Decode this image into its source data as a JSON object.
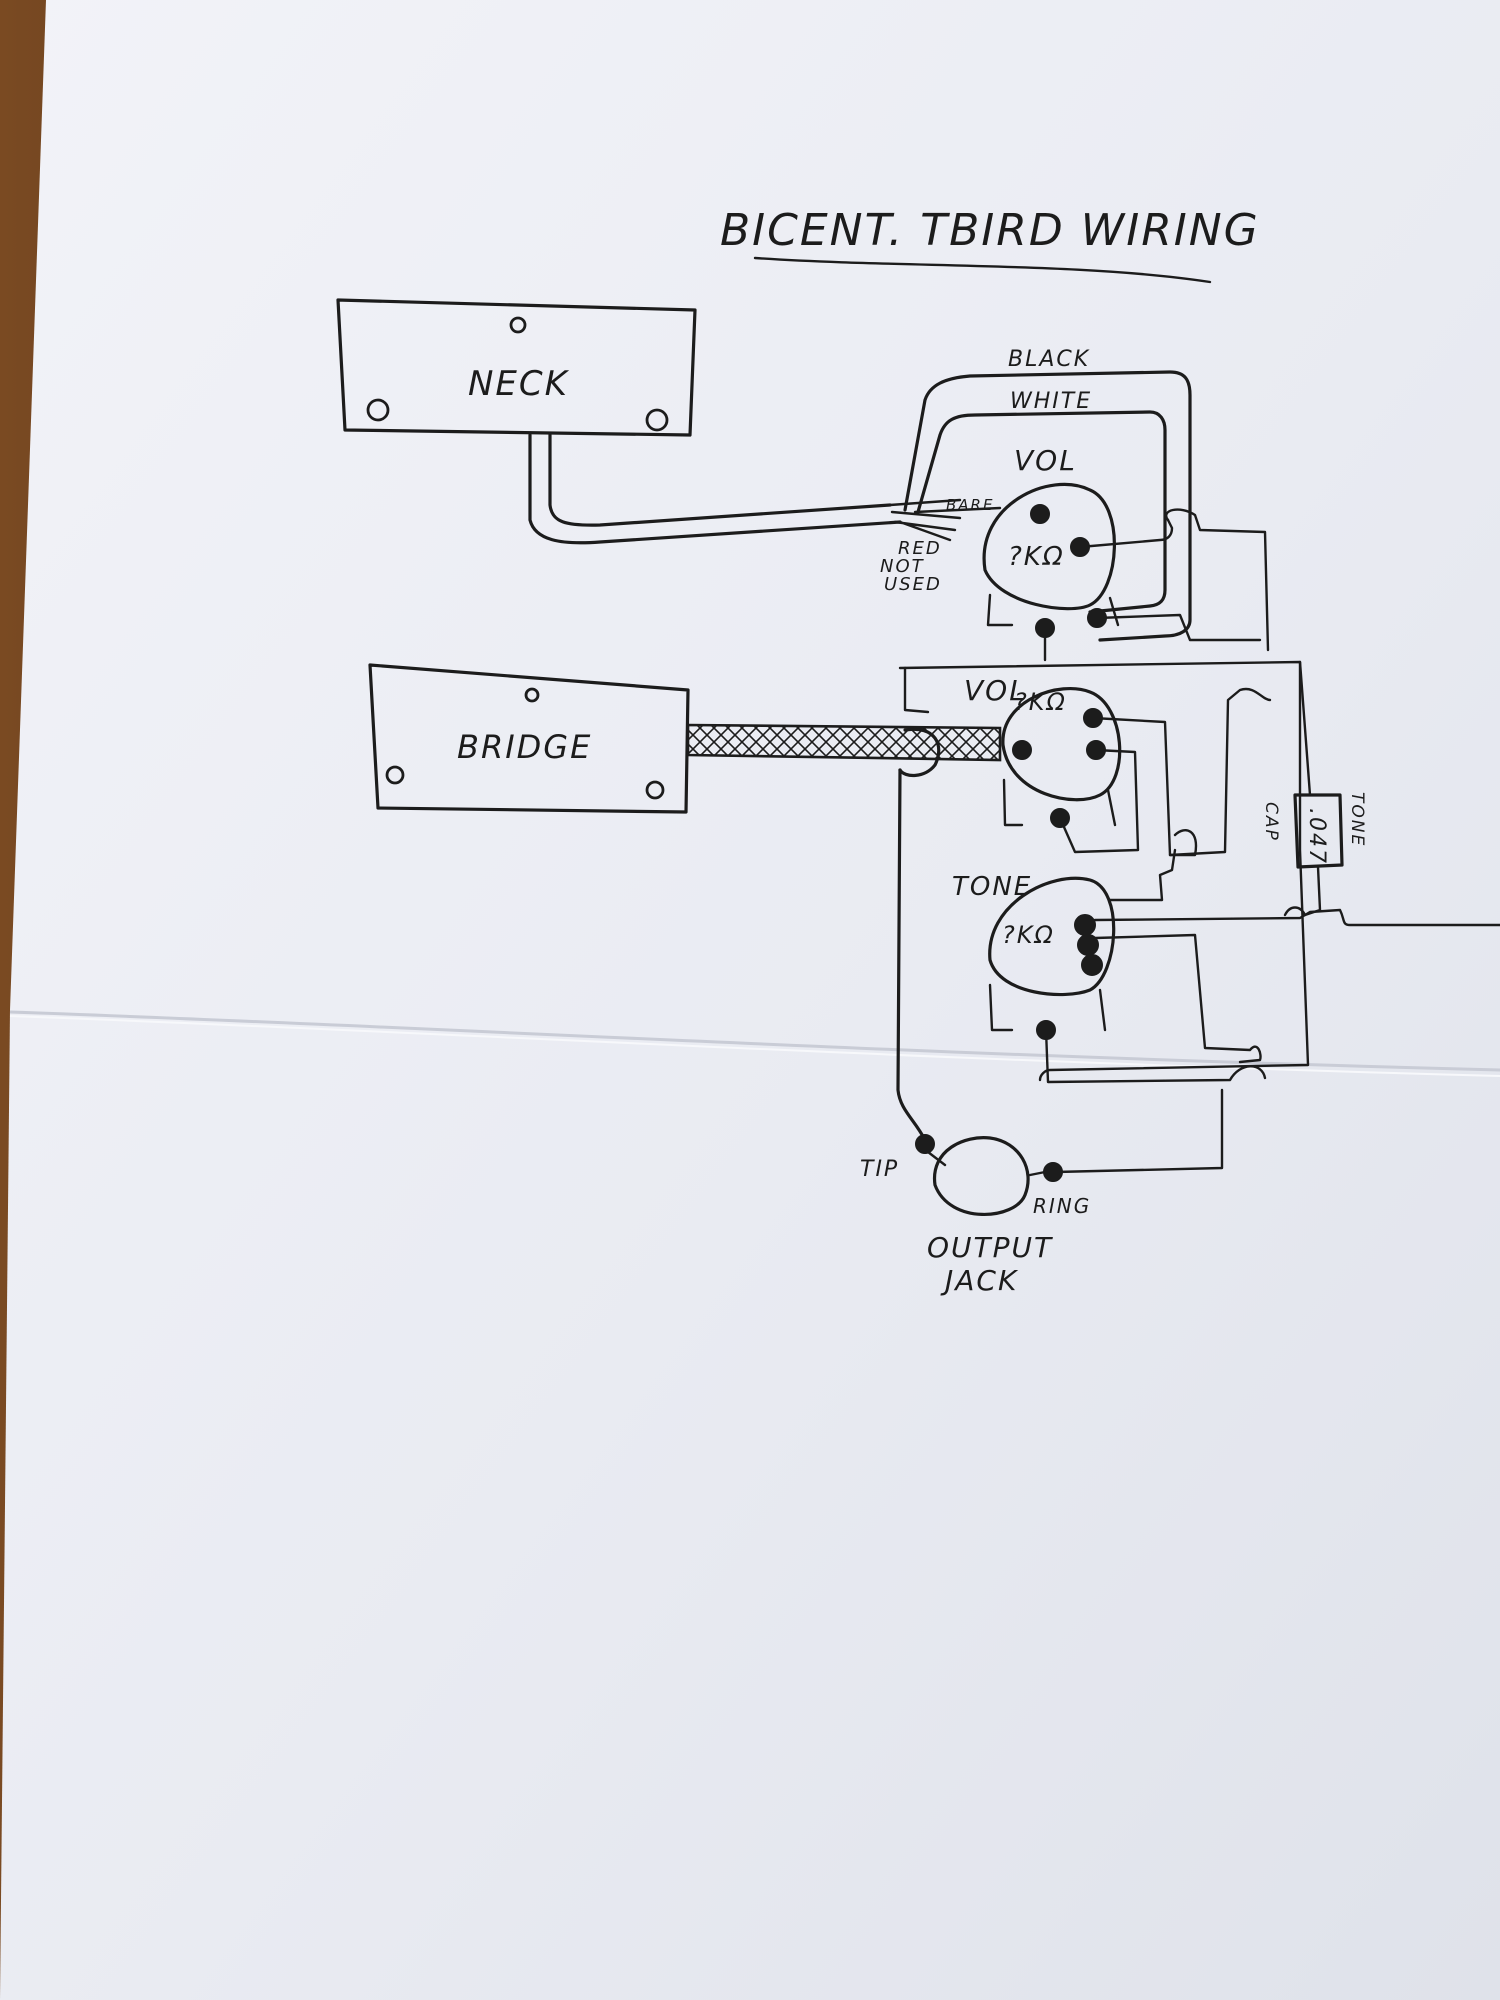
{
  "title": "BICENT. TBIRD WIRING",
  "pickups": {
    "neck": "NECK",
    "bridge": "BRIDGE"
  },
  "wires": {
    "black": "BLACK",
    "white": "WHITE",
    "bare": "BARE",
    "red_line1": "RED",
    "red_line2": "NOT",
    "red_line3": "USED"
  },
  "pots": {
    "vol_neck_label": "VOL",
    "vol_neck_value": "?KΩ",
    "vol_bridge_label": "VOL",
    "vol_bridge_value": "?KΩ",
    "tone_label": "TONE",
    "tone_value": "?KΩ"
  },
  "cap": {
    "value": ".047",
    "label_line1": "TONE",
    "label_line2": "CAP"
  },
  "jack": {
    "tip": "TIP",
    "ring": "RING",
    "label_line1": "OUTPUT",
    "label_line2": "JACK"
  },
  "colors": {
    "paper": "#eef0f6",
    "ink": "#1c1c1c",
    "wood": "#5a3a22"
  }
}
